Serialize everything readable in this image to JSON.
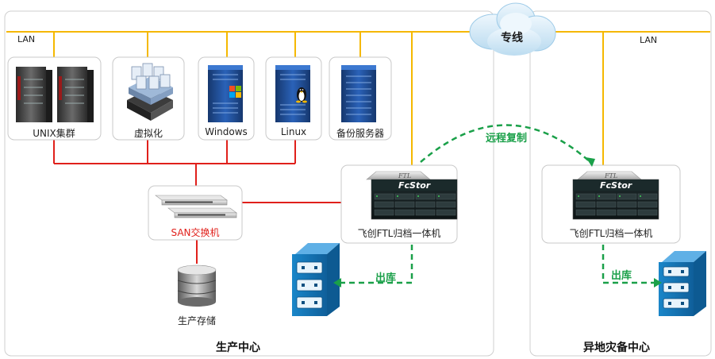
{
  "labels": {
    "lan_left": "LAN",
    "lan_right": "LAN",
    "dedicated_line": "专线",
    "unix_cluster": "UNIX集群",
    "virtualization": "虚拟化",
    "windows": "Windows",
    "linux": "Linux",
    "backup_server": "备份服务器",
    "san_switch": "SAN交换机",
    "production_storage": "生产存储",
    "ftl_appliance_main": "飞创FTL归档一体机",
    "ftl_appliance_remote": "飞创FTL归档一体机",
    "remote_replication": "远程复制",
    "checkout_main": "出库",
    "checkout_remote": "出库",
    "production_center": "生产中心",
    "dr_center": "异地灾备中心",
    "brand_main": "FcStor",
    "brand_remote": "FcStor",
    "ftl_badge_main": "FTL",
    "ftl_badge_remote": "FTL"
  },
  "colors": {
    "lan_line": "#f5b800",
    "san_line": "#e0201b",
    "replication": "#1aa049",
    "cloud": "#d6ebf7",
    "server_blue": "#1f4f9c",
    "cabinet_blue": "#1976b8"
  },
  "icons": {
    "unix": "unix-server-icon",
    "virtualization": "virtualization-stack-icon",
    "windows": "windows-server-icon",
    "linux": "linux-server-icon",
    "backup": "backup-server-icon",
    "switch": "network-switch-icon",
    "storage": "database-storage-icon",
    "appliance": "ftl-appliance-icon",
    "tape": "tape-cabinet-icon",
    "cloud": "cloud-icon"
  }
}
